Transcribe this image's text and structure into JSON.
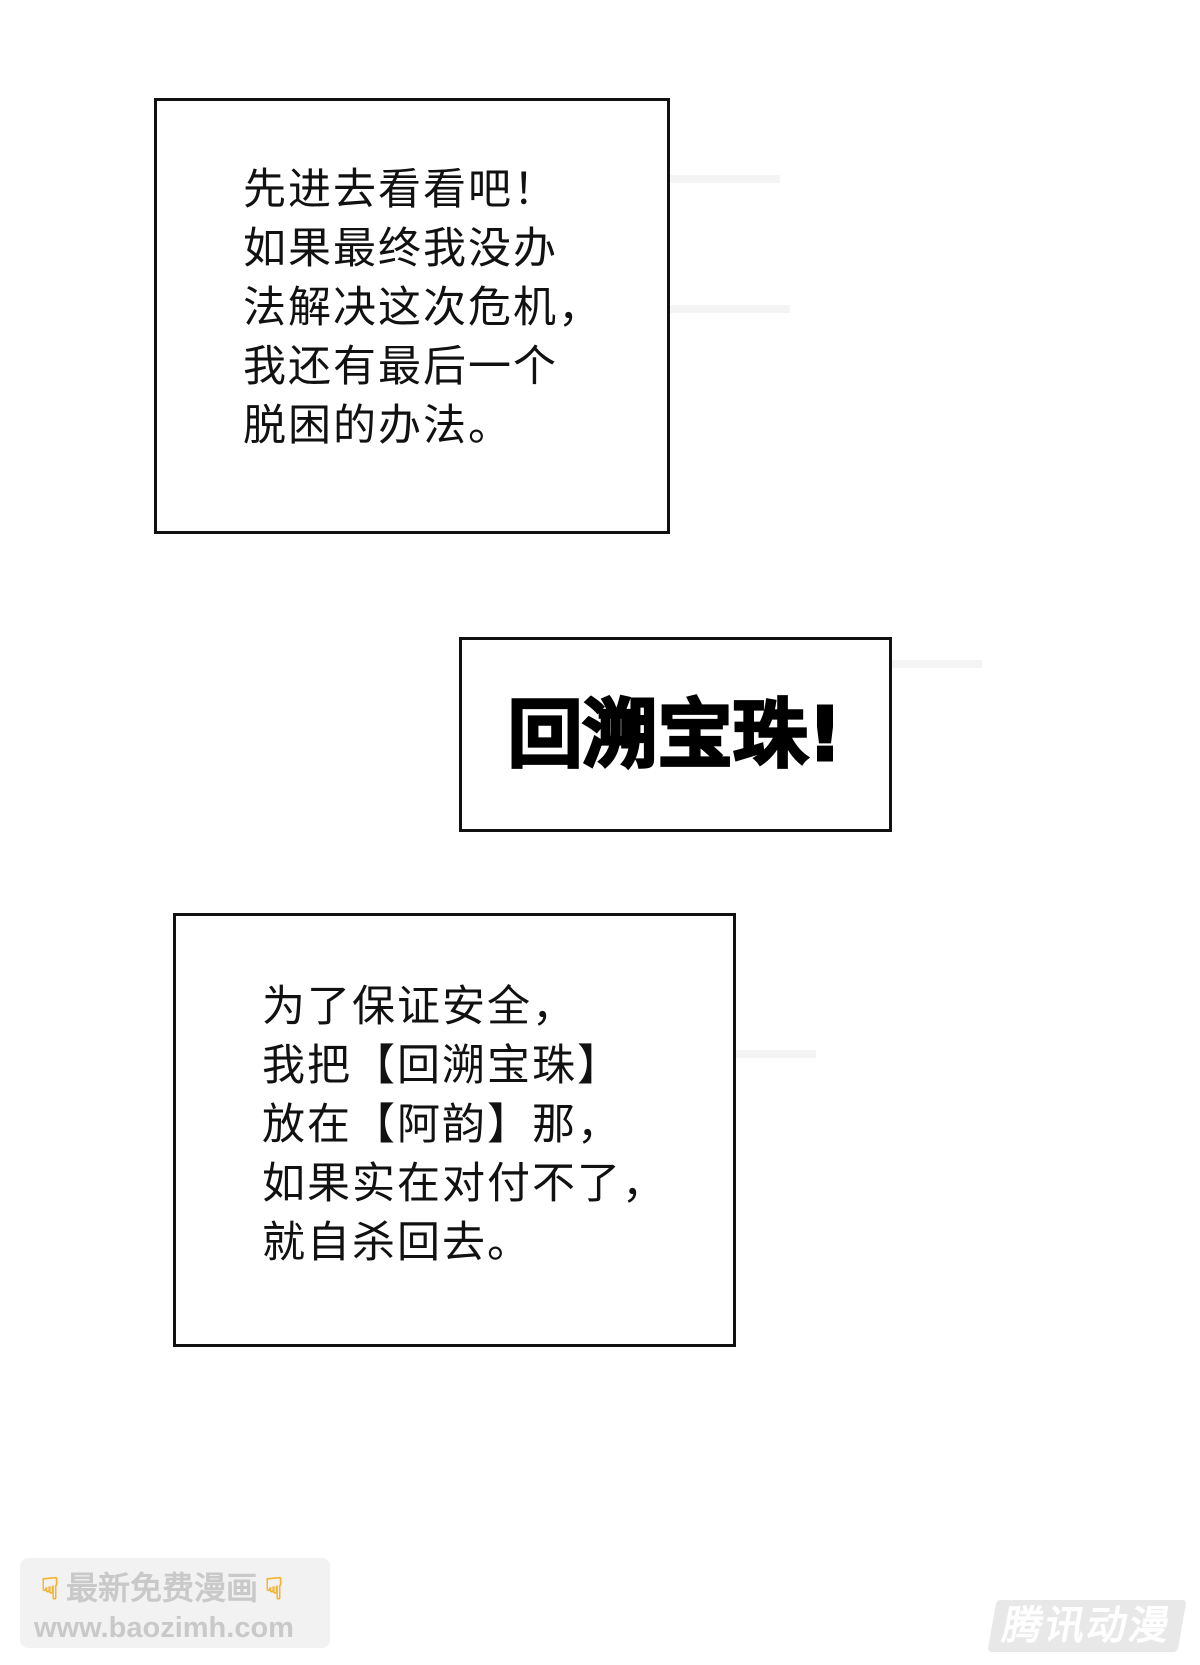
{
  "panels": [
    {
      "lines": [
        "先进去看看吧！",
        "如果最终我没办",
        "法解决这次危机，",
        "我还有最后一个",
        "脱困的办法。"
      ]
    },
    {
      "shout": "回溯宝珠!"
    },
    {
      "lines": [
        "为了保证安全，",
        "我把【回溯宝珠】",
        "放在【阿韵】那，",
        "如果实在对付不了，",
        "就自杀回去。"
      ]
    }
  ],
  "watermark_left": {
    "title": "最新免费漫画",
    "url": "www.baozimh.com",
    "icon": "pointing-down-hand-icon"
  },
  "watermark_right": {
    "text": "腾讯动漫"
  }
}
